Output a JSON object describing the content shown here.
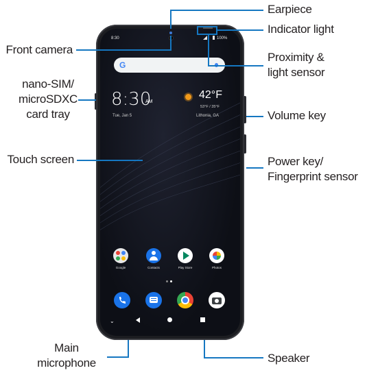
{
  "callouts": {
    "earpiece": "Earpiece",
    "indicator_light": "Indicator light",
    "front_camera": "Front camera",
    "proximity_line1": "Proximity &",
    "proximity_line2": "light sensor",
    "tray_line1": "nano-SIM/",
    "tray_line2": "microSDXC",
    "tray_line3": "card tray",
    "volume_key": "Volume key",
    "touch_screen": "Touch screen",
    "power_line1": "Power key/",
    "power_line2": "Fingerprint sensor",
    "main_mic_line1": "Main",
    "main_mic_line2": "microphone",
    "speaker": "Speaker"
  },
  "screen": {
    "status_time": "8:30",
    "battery": "100%",
    "clock": "8:30",
    "ampm": "AM",
    "date": "Tue, Jan 5",
    "temperature": "42°F",
    "hilo": "53°F / 35°F",
    "city": "Lithonia, GA",
    "search_logo": "G",
    "apps": [
      "Google",
      "Contacts",
      "Play Store",
      "Photos"
    ]
  },
  "colors": {
    "leader": "#1577c1",
    "label_text": "#231f20",
    "phone_body": "#1c1d21"
  },
  "icons": [
    "phone-icon",
    "messages-icon",
    "chrome-icon",
    "camera-icon",
    "back-icon",
    "home-icon",
    "recents-icon",
    "sun-icon"
  ]
}
